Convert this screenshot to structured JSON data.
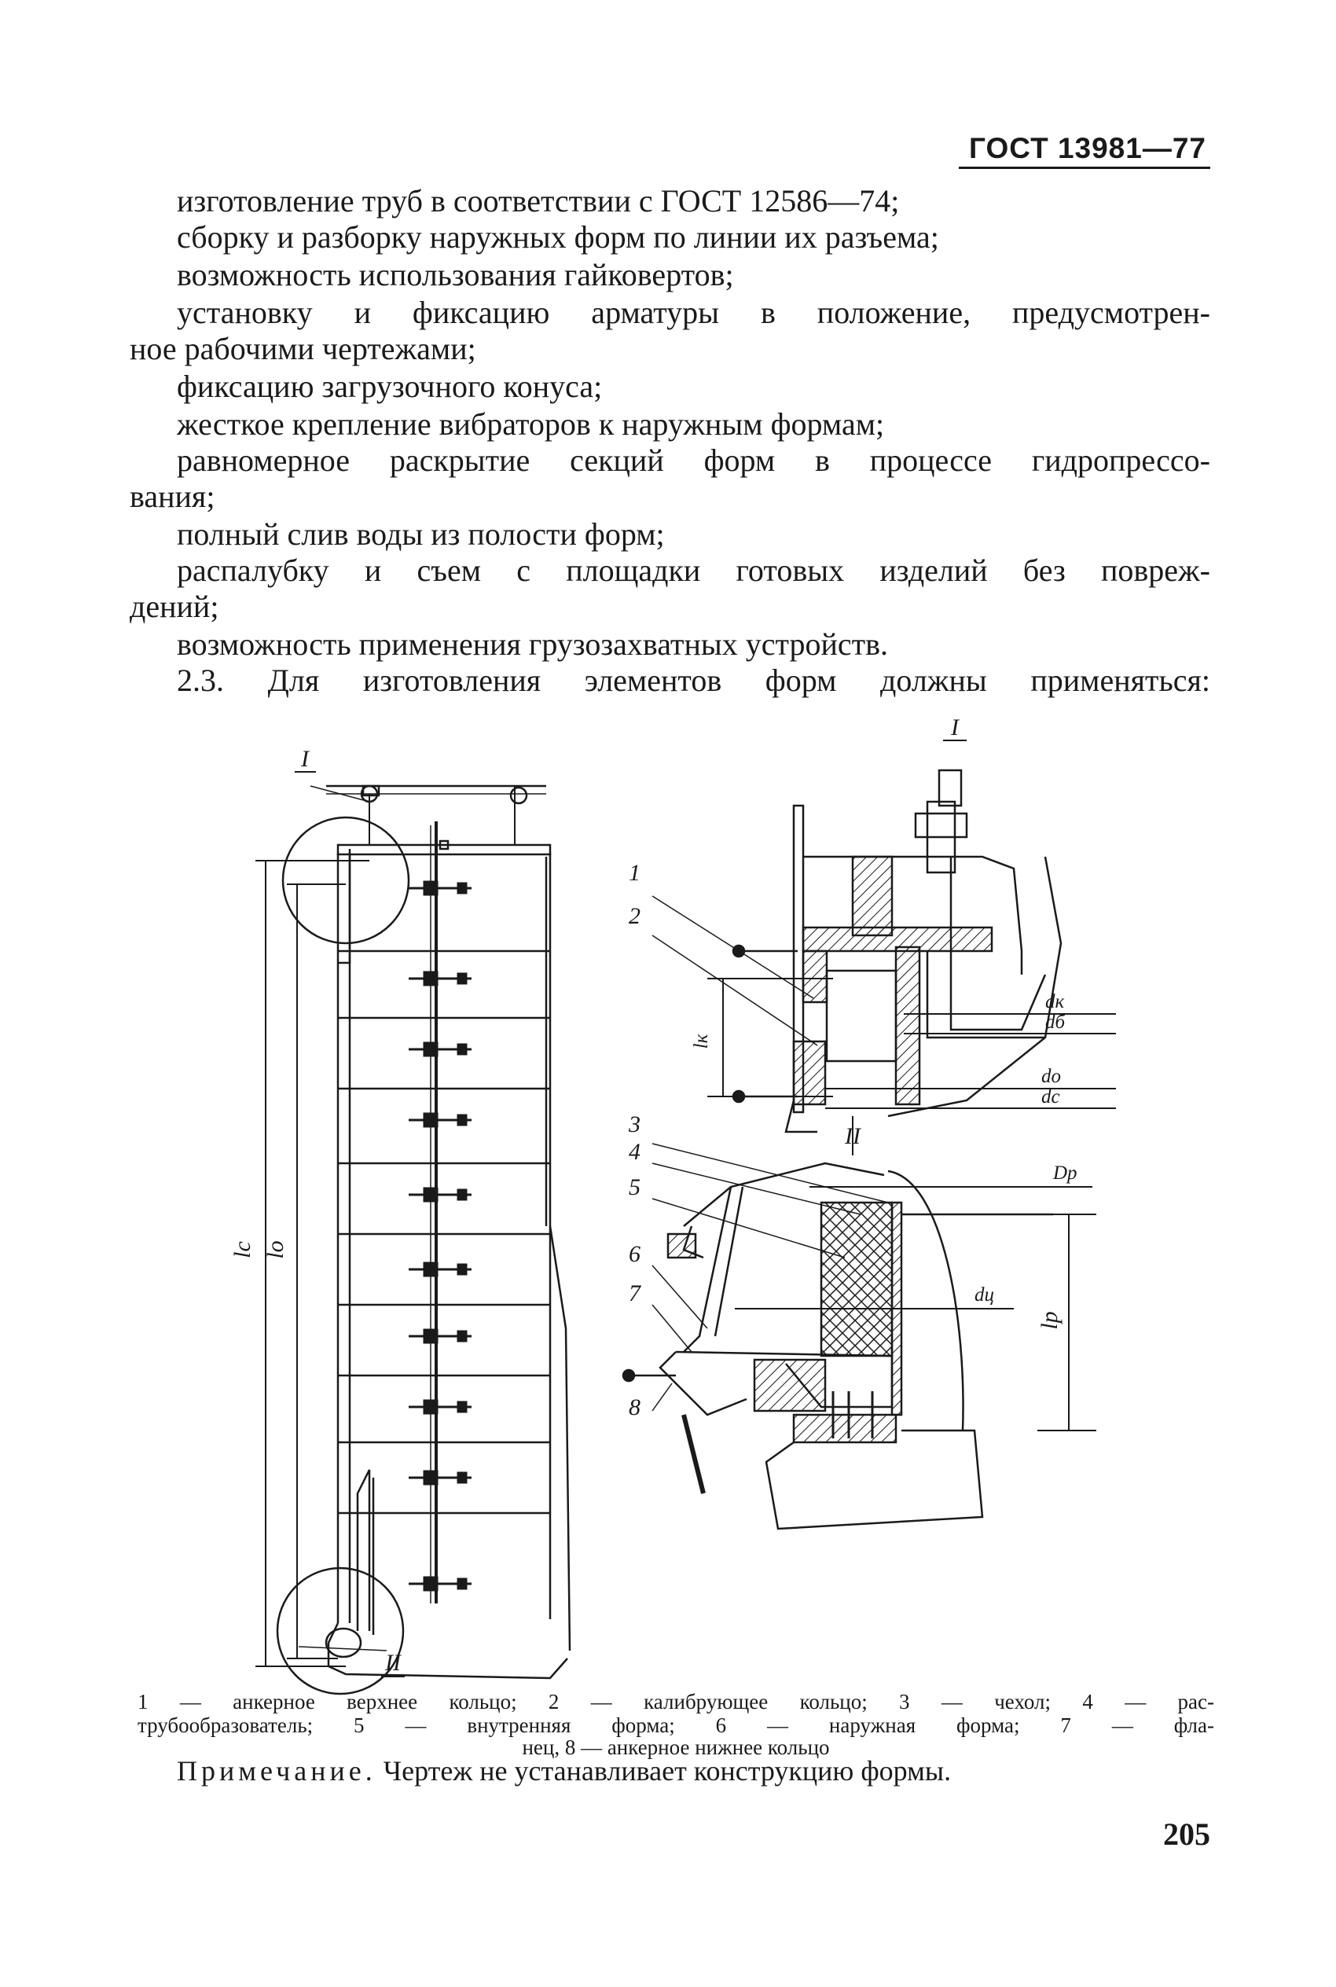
{
  "header": {
    "standard": "ГОСТ 13981—77"
  },
  "body_lines": [
    "изготовление труб в соответствии с ГОСТ 12586—74;",
    "сборку и разборку наружных форм по линии их разъема;",
    "возможность использования гайковертов;",
    "установку и фиксацию арматуры в положение, предусмотрен-",
    "ное рабочими чертежами;",
    "фиксацию загрузочного конуса;",
    "жесткое крепление вибраторов к наружным формам;",
    "равномерное раскрытие секций форм в процессе гидропрессо-",
    "вания;",
    "полный слив воды из полости форм;",
    "распалубку и съем с площадки готовых изделий без повреж-",
    "дений;",
    "возможность применения грузозахватных устройств.",
    "2.3. Для изготовления элементов форм должны применяться:"
  ],
  "figure": {
    "view_labels": {
      "detail_top": "I",
      "detail_bottom": "II"
    },
    "dimension_labels": {
      "lc": "lс",
      "lo": "lо",
      "lk": "lк",
      "lp": "lр",
      "dk": "dк",
      "db": "dб",
      "do": "dо",
      "dc": "dс",
      "dp": "Dр",
      "du": "dц"
    },
    "callouts": [
      "1",
      "2",
      "3",
      "4",
      "5",
      "6",
      "7",
      "8"
    ]
  },
  "caption": {
    "line1": "1 — анкерное верхнее кольцо; 2 — калибрующее кольцо; 3 — чехол; 4 — рас-",
    "line2": "трубообразователь; 5 — внутренняя форма; 6 — наружная форма; 7 — фла-",
    "line3": "нец, 8 — анкерное нижнее кольцо"
  },
  "note": {
    "label": "Примечание.",
    "text": " Чертеж не устанавливает конструкцию формы."
  },
  "page_number": "205"
}
